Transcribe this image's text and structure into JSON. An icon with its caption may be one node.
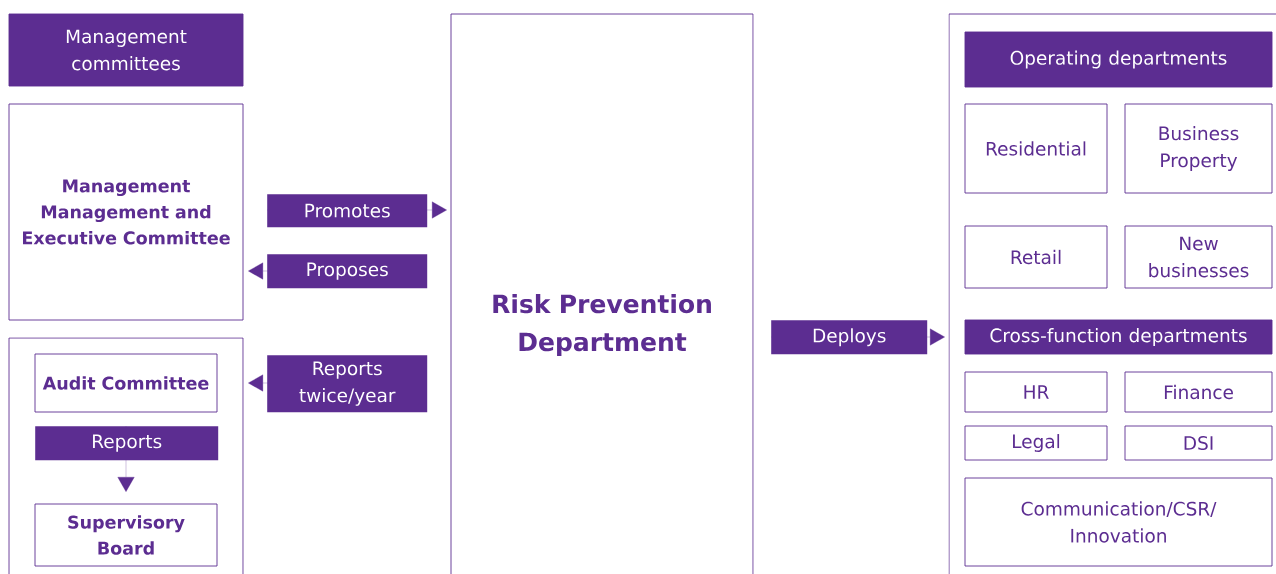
{
  "diagram": {
    "nodes": [
      {
        "text": [
          "Management committees"
        ]
      },
      {
        "text": [
          "Management Management and Executive Committee"
        ]
      },
      {
        "text": [],
        "shape": "box"
      },
      {
        "text": [
          "Audit Committee"
        ],
        "in": 2
      },
      {
        "text": [
          "Supervisory Board"
        ],
        "in": 2
      },
      {
        "text": [
          "Risk Prevention Department"
        ]
      },
      {
        "text": [],
        "shape": "box"
      },
      {
        "text": [
          "Operating departments"
        ],
        "in": 6
      },
      {
        "text": [
          "Residential"
        ],
        "in": 6
      },
      {
        "text": [
          "Business Property"
        ],
        "in": 6
      },
      {
        "text": [
          "Retail"
        ],
        "in": 6
      },
      {
        "text": [
          "New businesses"
        ],
        "in": 6
      },
      {
        "text": [
          "Cross-function departments"
        ],
        "in": 6
      },
      {
        "text": [
          "HR"
        ],
        "in": 6
      },
      {
        "text": [
          "Finance"
        ],
        "in": 6
      },
      {
        "text": [
          "Legal"
        ],
        "in": 6
      },
      {
        "text": [
          "DSI"
        ],
        "in": 6
      },
      {
        "text": [
          "Communication/CSR/ Innovation"
        ],
        "in": 6
      }
    ],
    "edges": [
      {
        "from": 1,
        "to": 5,
        "arrow": "to",
        "label": "Promotes"
      },
      {
        "from": 5,
        "to": 1,
        "arrow": "to",
        "label": "Proposes"
      },
      {
        "from": 5,
        "to": 3,
        "arrow": "to",
        "label": "Reports twice/year"
      },
      {
        "from": 3,
        "to": 4,
        "arrow": "to",
        "label": "Reports"
      },
      {
        "from": 5,
        "to": 6,
        "arrow": "to",
        "label": "Deploys"
      }
    ]
  }
}
